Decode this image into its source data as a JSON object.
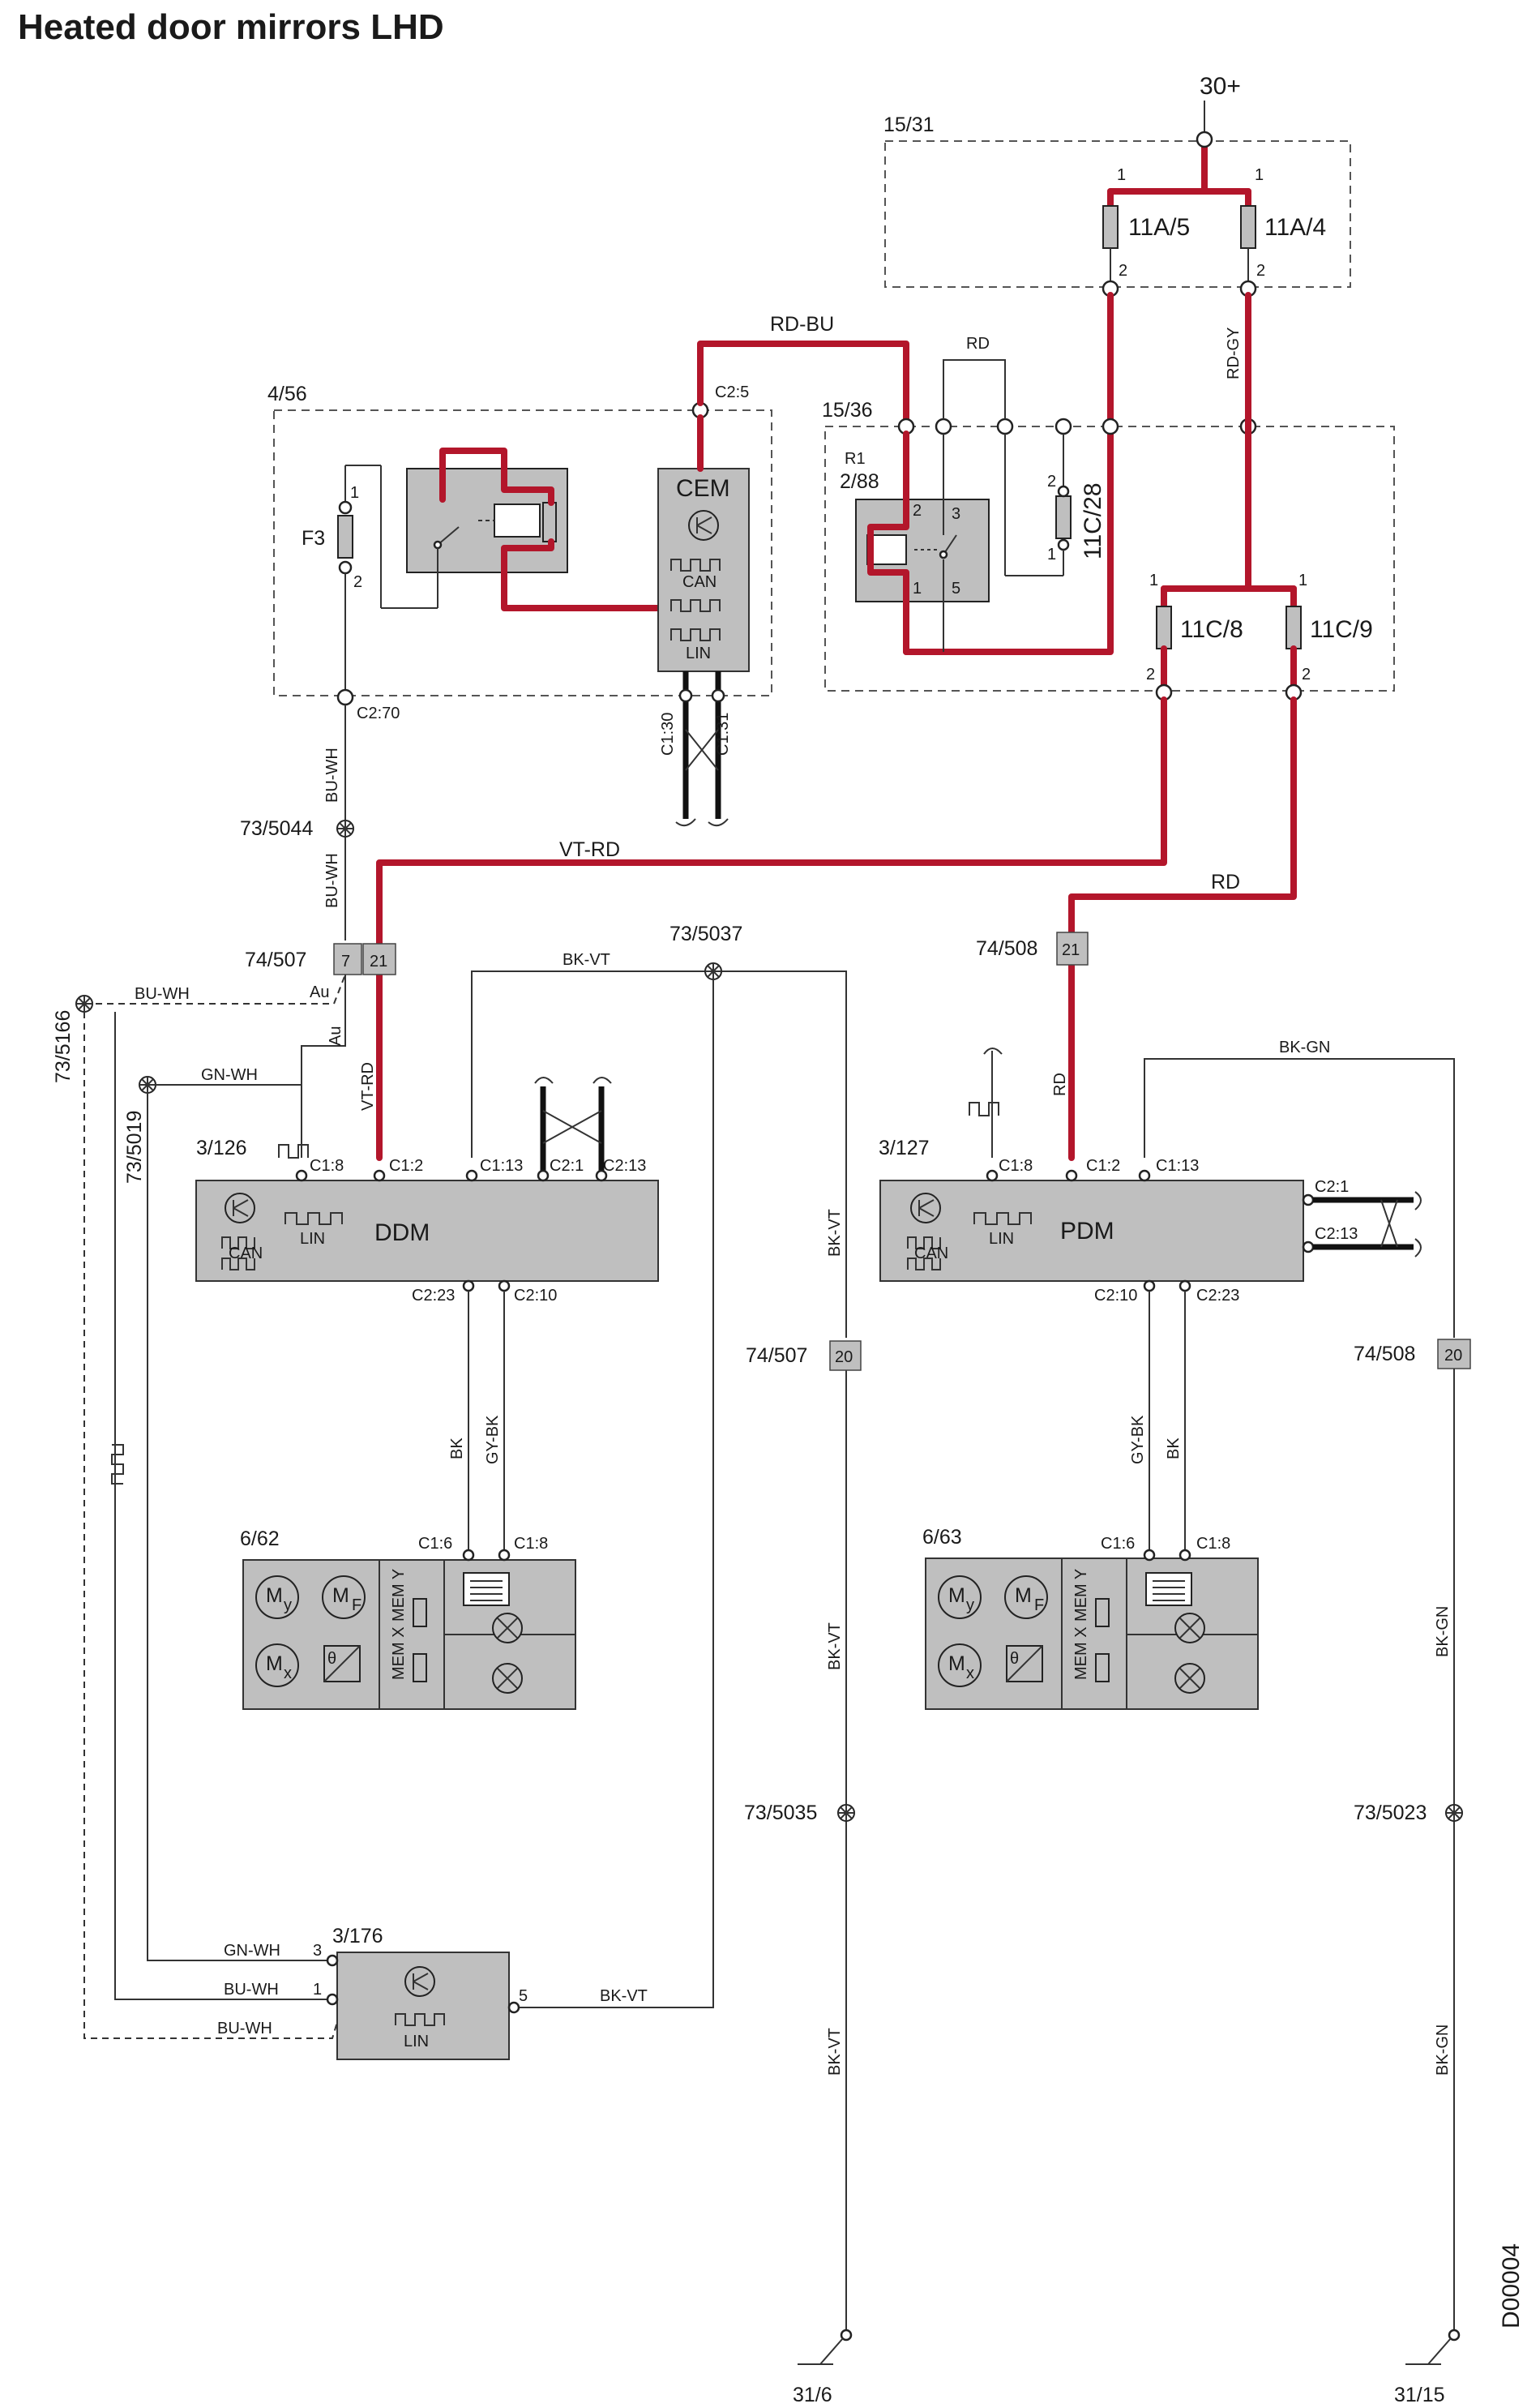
{
  "title": "Heated door mirrors LHD",
  "doc_id": "D00004",
  "supply": {
    "terminal": "30+",
    "box": "15/31",
    "fuses": [
      {
        "id": "11A/5",
        "pin_in": "1",
        "pin_out": "2"
      },
      {
        "id": "11A/4",
        "pin_in": "1",
        "pin_out": "2"
      }
    ]
  },
  "relay_box": {
    "box": "15/36",
    "relay": "R1",
    "relay_id": "2/88",
    "relay_pins": [
      "2",
      "3",
      "1",
      "5"
    ],
    "fuse_28": {
      "id": "11C/28",
      "pin_top": "2",
      "pin_bot": "1"
    },
    "fuse_8": {
      "id": "11C/8",
      "pin_top": "1",
      "pin_bot": "2"
    },
    "fuse_9": {
      "id": "11C/9",
      "pin_top": "1",
      "pin_bot": "2"
    }
  },
  "cem_box": {
    "box": "4/56",
    "fuse": "F3",
    "fuse_pin_top": "1",
    "fuse_pin_bot": "2",
    "module": "CEM",
    "can": "CAN",
    "lin": "LIN",
    "pins": {
      "c2_5": "C2:5",
      "c2_70": "C2:70",
      "c1_30": "C1:30",
      "c1_31": "C1:31"
    }
  },
  "wires": {
    "rd_bu": "RD-BU",
    "rd": "RD",
    "rd_gy": "RD-GY",
    "vt_rd": "VT-RD",
    "vt_rd_v": "VT-RD",
    "rd_right": "RD",
    "rd_v": "RD",
    "bu_wh_1": "BU-WH",
    "bu_wh_2": "BU-WH",
    "bu_wh_3": "BU-WH",
    "bu_wh_4": "BU-WH",
    "bu_wh_5": "BU-WH",
    "gn_wh_1": "GN-WH",
    "gn_wh_2": "GN-WH",
    "bk_vt_1": "BK-VT",
    "bk_vt_2": "BK-VT",
    "bk_vt_3": "BK-VT",
    "bk_vt_4": "BK-VT",
    "bk_vt_5": "BK-VT",
    "bk_gn_1": "BK-GN",
    "bk_gn_2": "BK-GN",
    "bk_gn_3": "BK-GN",
    "bk_l": "BK",
    "gy_bk_l": "GY-BK",
    "gy_bk_r": "GY-BK",
    "bk_r": "BK",
    "au_1": "Au",
    "au_2": "Au"
  },
  "splices": {
    "s5044": "73/5044",
    "s5037": "73/5037",
    "s5166": "73/5166",
    "s5019": "73/5019",
    "s5035": "73/5035",
    "s5023": "73/5023"
  },
  "connectors": {
    "c507_top": {
      "id": "74/507",
      "pins": [
        "7",
        "21"
      ]
    },
    "c508_top": {
      "id": "74/508",
      "pin": "21"
    },
    "c507_bot": {
      "id": "74/507",
      "pin": "20"
    },
    "c508_bot": {
      "id": "74/508",
      "pin": "20"
    }
  },
  "ddm": {
    "id": "3/126",
    "name": "DDM",
    "can": "CAN",
    "lin": "LIN",
    "pins_top": [
      "C1:8",
      "C1:2",
      "C1:13",
      "C2:1",
      "C2:13"
    ],
    "pins_bot": [
      "C2:23",
      "C2:10"
    ]
  },
  "pdm": {
    "id": "3/127",
    "name": "PDM",
    "can": "CAN",
    "lin": "LIN",
    "pins_top": [
      "C1:8",
      "C1:2",
      "C1:13"
    ],
    "pins_right": [
      "C2:1",
      "C2:13"
    ],
    "pins_bot": [
      "C2:10",
      "C2:23"
    ]
  },
  "mirror_l": {
    "id": "6/62",
    "pins": [
      "C1:6",
      "C1:8"
    ],
    "my": "M",
    "my_sub": "y",
    "mf": "M",
    "mf_sub": "F",
    "mx": "M",
    "mx_sub": "x",
    "theta": "θ",
    "mem_y": "MEM\nY",
    "mem_x": "MEM\nX"
  },
  "mirror_r": {
    "id": "6/63",
    "pins": [
      "C1:6",
      "C1:8"
    ],
    "my": "M",
    "my_sub": "y",
    "mf": "M",
    "mf_sub": "F",
    "mx": "M",
    "mx_sub": "x",
    "theta": "θ",
    "mem_y": "MEM\nY",
    "mem_x": "MEM\nX"
  },
  "lin_module": {
    "id": "3/176",
    "lin": "LIN",
    "pins": [
      "3",
      "1",
      "5"
    ]
  },
  "grounds": {
    "g_left": "31/6",
    "g_right": "31/15"
  }
}
